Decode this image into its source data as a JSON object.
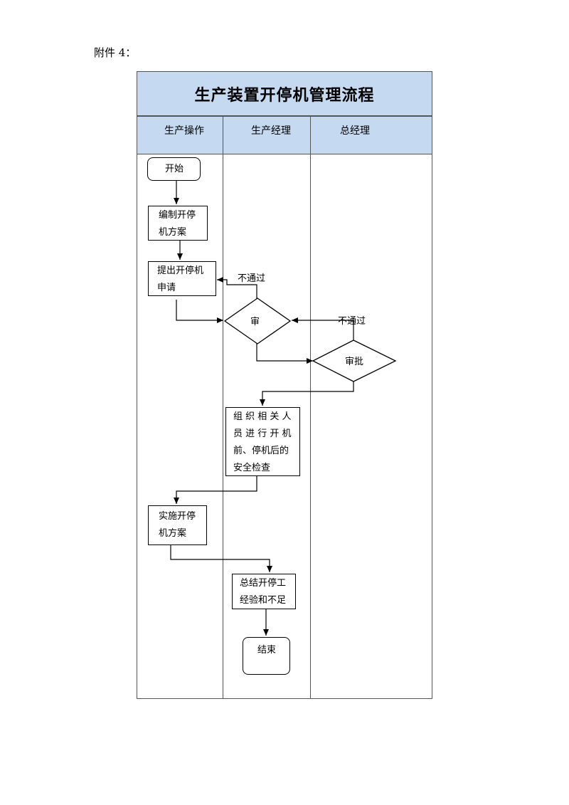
{
  "attachment_label": "附件 4：",
  "title": "生产装置开停机管理流程",
  "lanes": [
    "生产操作",
    "生产经理",
    "总经理"
  ],
  "nodes": {
    "start": "开始",
    "prepare_plan": [
      "编制开停",
      "机方案"
    ],
    "submit_request": [
      "提出开停机",
      "申请"
    ],
    "review": "审",
    "approve": "审批",
    "safety_check": [
      "组 织 相 关 人",
      "员 进 行 开 机",
      "前、停机后的",
      "安全检查"
    ],
    "implement_plan": [
      "实施开停",
      "机方案"
    ],
    "summarize": [
      "总结开停工",
      "经验和不足"
    ],
    "end": "结束"
  },
  "labels": {
    "reject_review": "不通过",
    "reject_approve": "不通过"
  }
}
